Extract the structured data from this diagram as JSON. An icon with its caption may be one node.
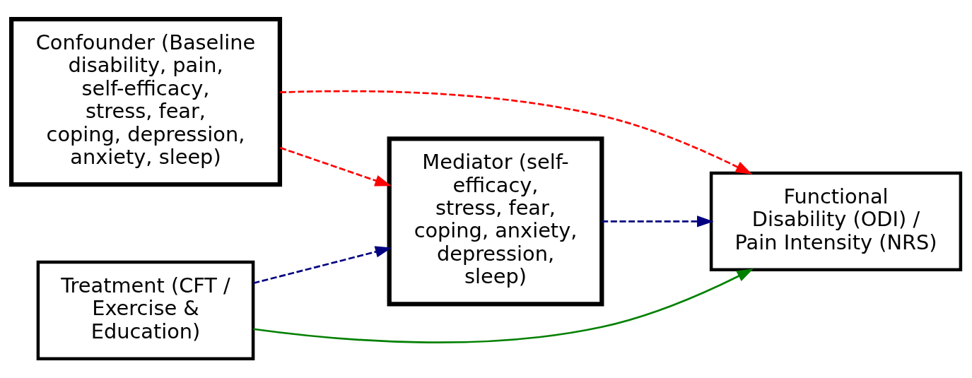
{
  "diagram": {
    "nodes": [
      {
        "text": [
          "Confounder (Baseline disability, pain, self-efficacy, stress, fear, coping, depression, anxiety, sleep)"
        ]
      },
      {
        "text": [
          "Treatment (CFT / Exercise & Education)"
        ]
      },
      {
        "text": [
          "Mediator (self-efficacy, stress, fear, coping, anxiety, depression, sleep)"
        ]
      },
      {
        "text": [
          "Functional Disability (ODI) / Pain Intensity (NRS)"
        ]
      }
    ],
    "edges": [
      {
        "from": 0,
        "to": 2,
        "arrow": "to",
        "style": "dashed",
        "color": "#ff0000"
      },
      {
        "from": 0,
        "to": 3,
        "arrow": "to",
        "style": "dashed",
        "color": "#ff0000"
      },
      {
        "from": 1,
        "to": 2,
        "arrow": "to",
        "style": "dashed",
        "color": "#000080"
      },
      {
        "from": 2,
        "to": 3,
        "arrow": "to",
        "style": "dashed",
        "color": "#000080"
      },
      {
        "from": 1,
        "to": 3,
        "arrow": "to",
        "color": "#008000"
      }
    ]
  }
}
